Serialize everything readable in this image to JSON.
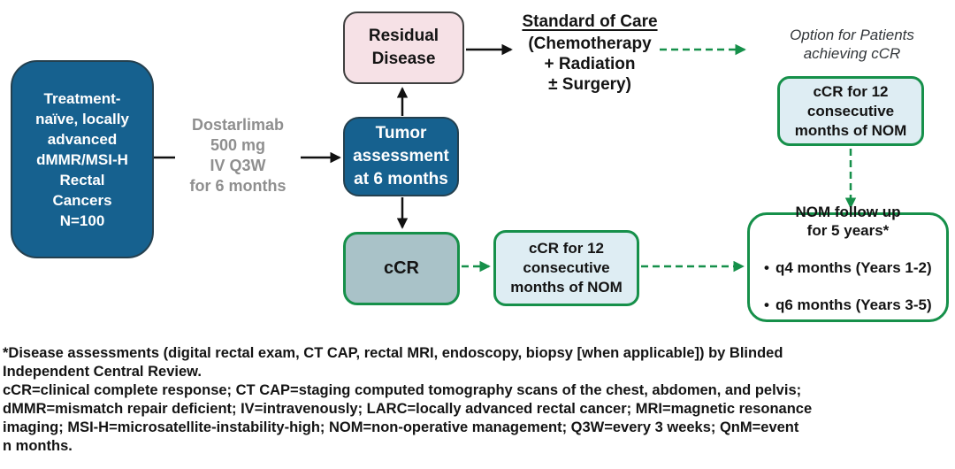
{
  "palette": {
    "box_blue": "#16618F",
    "box_pink": "#F6E1E6",
    "box_teal_gray": "#A9C2C8",
    "box_teal_light": "#DEEDF3",
    "green_accent": "#16904A",
    "arrow_black": "#111111",
    "gray_text": "#8F8F8F",
    "text_black": "#141414"
  },
  "diagram": {
    "patient_box": "Treatment-\nnaïve, locally\nadvanced\ndMMR/MSI-H\nRectal\nCancers\nN=100",
    "drug_label": "Dostarlimab\n500 mg\nIV Q3W\nfor 6 months",
    "tumor_box": "Tumor\nassessment\nat 6 months",
    "residual_box": "Residual\nDisease",
    "soc": {
      "title": "Standard of Care",
      "body": "(Chemotherapy\n+ Radiation\n± Surgery)"
    },
    "option_note": "Option for Patients\nachieving cCR",
    "ccr_box": "cCR",
    "ccr12_top_box": "cCR for 12\nconsecutive\nmonths of NOM",
    "ccr12_mid_box": "cCR for 12\nconsecutive\nmonths of NOM",
    "nom_box": {
      "title": "NOM follow up\nfor 5 years*",
      "bullet_char": "•",
      "bullets": [
        "q4 months (Years 1-2)",
        "q6 months (Years 3-5)"
      ]
    }
  },
  "footnote": "*Disease assessments (digital rectal exam, CT CAP, rectal MRI, endoscopy, biopsy [when applicable]) by Blinded\nIndependent Central Review.\ncCR=clinical complete response; CT CAP=staging computed tomography scans of the chest, abdomen, and pelvis;\ndMMR=mismatch repair deficient; IV=intravenously; LARC=locally advanced rectal cancer; MRI=magnetic resonance\nimaging; MSI-H=microsatellite-instability-high; NOM=non-operative management; Q3W=every 3 weeks; QnM=event\nn months."
}
